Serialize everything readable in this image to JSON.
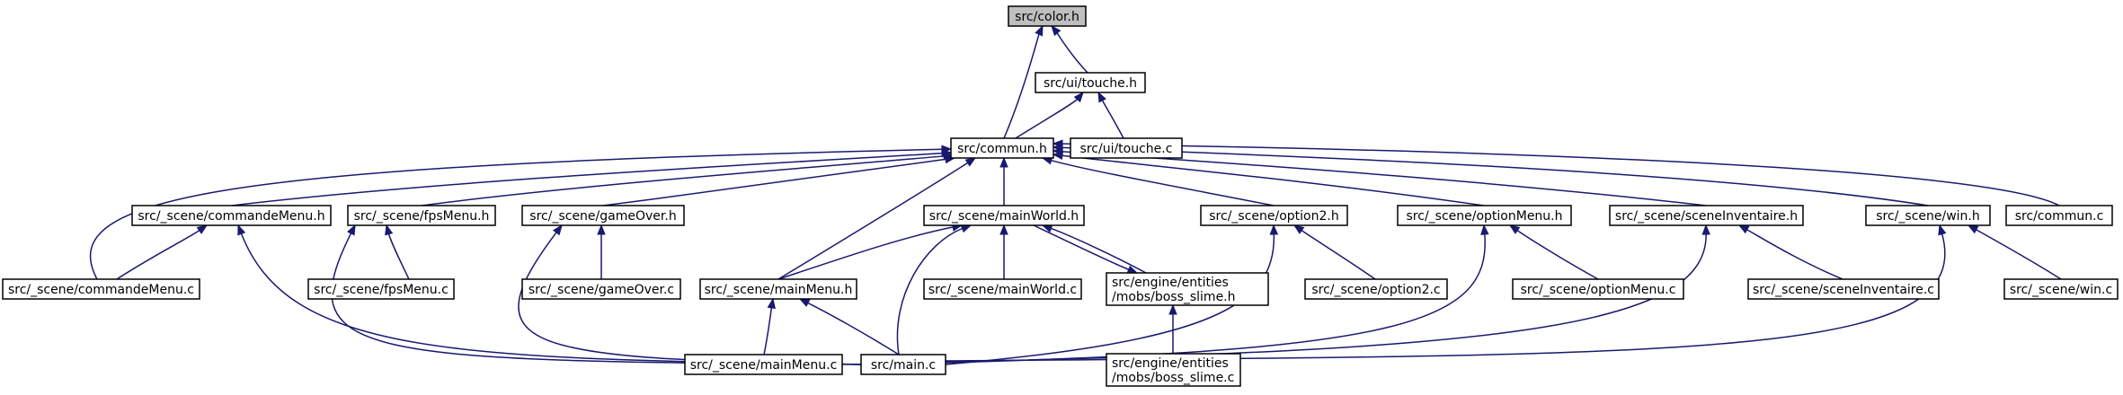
{
  "colors": {
    "edge": "#191970",
    "node_fill": "#ffffff",
    "focus_fill": "#bfbfbf",
    "node_border": "#000000"
  },
  "nodes": [
    {
      "id": "color_h",
      "lines": [
        "src/color.h"
      ],
      "focus": true
    },
    {
      "id": "touche_h",
      "lines": [
        "src/ui/touche.h"
      ]
    },
    {
      "id": "commun_h",
      "lines": [
        "src/commun.h"
      ]
    },
    {
      "id": "touche_c",
      "lines": [
        "src/ui/touche.c"
      ]
    },
    {
      "id": "commandeMenu_h",
      "lines": [
        "src/_scene/commandeMenu.h"
      ]
    },
    {
      "id": "fpsMenu_h",
      "lines": [
        "src/_scene/fpsMenu.h"
      ]
    },
    {
      "id": "gameOver_h",
      "lines": [
        "src/_scene/gameOver.h"
      ]
    },
    {
      "id": "mainWorld_h",
      "lines": [
        "src/_scene/mainWorld.h"
      ]
    },
    {
      "id": "option2_h",
      "lines": [
        "src/_scene/option2.h"
      ]
    },
    {
      "id": "optionMenu_h",
      "lines": [
        "src/_scene/optionMenu.h"
      ]
    },
    {
      "id": "sceneInventaire_h",
      "lines": [
        "src/_scene/sceneInventaire.h"
      ]
    },
    {
      "id": "win_h",
      "lines": [
        "src/_scene/win.h"
      ]
    },
    {
      "id": "commun_c",
      "lines": [
        "src/commun.c"
      ]
    },
    {
      "id": "commandeMenu_c",
      "lines": [
        "src/_scene/commandeMenu.c"
      ]
    },
    {
      "id": "fpsMenu_c",
      "lines": [
        "src/_scene/fpsMenu.c"
      ]
    },
    {
      "id": "gameOver_c",
      "lines": [
        "src/_scene/gameOver.c"
      ]
    },
    {
      "id": "mainMenu_h",
      "lines": [
        "src/_scene/mainMenu.h"
      ]
    },
    {
      "id": "mainWorld_c",
      "lines": [
        "src/_scene/mainWorld.c"
      ]
    },
    {
      "id": "boss_slime_h",
      "lines": [
        "src/engine/entities",
        "/mobs/boss_slime.h"
      ]
    },
    {
      "id": "option2_c",
      "lines": [
        "src/_scene/option2.c"
      ]
    },
    {
      "id": "optionMenu_c",
      "lines": [
        "src/_scene/optionMenu.c"
      ]
    },
    {
      "id": "sceneInventaire_c",
      "lines": [
        "src/_scene/sceneInventaire.c"
      ]
    },
    {
      "id": "win_c",
      "lines": [
        "src/_scene/win.c"
      ]
    },
    {
      "id": "mainMenu_c",
      "lines": [
        "src/_scene/mainMenu.c"
      ]
    },
    {
      "id": "main_c",
      "lines": [
        "src/main.c"
      ]
    },
    {
      "id": "boss_slime_c",
      "lines": [
        "src/engine/entities",
        "/mobs/boss_slime.c"
      ]
    }
  ],
  "edges": [
    {
      "from": "touche_h",
      "to": "color_h"
    },
    {
      "from": "commun_h",
      "to": "color_h"
    },
    {
      "from": "commun_h",
      "to": "touche_h"
    },
    {
      "from": "touche_c",
      "to": "touche_h"
    },
    {
      "from": "commandeMenu_h",
      "to": "commun_h"
    },
    {
      "from": "fpsMenu_h",
      "to": "commun_h"
    },
    {
      "from": "gameOver_h",
      "to": "commun_h"
    },
    {
      "from": "mainWorld_h",
      "to": "commun_h"
    },
    {
      "from": "option2_h",
      "to": "commun_h"
    },
    {
      "from": "optionMenu_h",
      "to": "commun_h"
    },
    {
      "from": "sceneInventaire_h",
      "to": "commun_h"
    },
    {
      "from": "win_h",
      "to": "commun_h"
    },
    {
      "from": "commun_c",
      "to": "commun_h"
    },
    {
      "from": "commandeMenu_c",
      "to": "commun_h"
    },
    {
      "from": "mainMenu_h",
      "to": "commun_h"
    },
    {
      "from": "commandeMenu_c",
      "to": "commandeMenu_h"
    },
    {
      "from": "main_c",
      "to": "commandeMenu_h"
    },
    {
      "from": "fpsMenu_c",
      "to": "fpsMenu_h"
    },
    {
      "from": "main_c",
      "to": "fpsMenu_h"
    },
    {
      "from": "gameOver_c",
      "to": "gameOver_h"
    },
    {
      "from": "main_c",
      "to": "gameOver_h"
    },
    {
      "from": "mainMenu_h",
      "to": "mainWorld_h"
    },
    {
      "from": "mainWorld_c",
      "to": "mainWorld_h"
    },
    {
      "from": "boss_slime_h",
      "to": "mainWorld_h"
    },
    {
      "from": "main_c",
      "to": "mainWorld_h"
    },
    {
      "from": "mainWorld_h",
      "to": "boss_slime_h"
    },
    {
      "from": "mainMenu_c",
      "to": "mainMenu_h"
    },
    {
      "from": "main_c",
      "to": "mainMenu_h"
    },
    {
      "from": "boss_slime_c",
      "to": "boss_slime_h"
    },
    {
      "from": "option2_c",
      "to": "option2_h"
    },
    {
      "from": "main_c",
      "to": "option2_h"
    },
    {
      "from": "optionMenu_c",
      "to": "optionMenu_h"
    },
    {
      "from": "main_c",
      "to": "optionMenu_h"
    },
    {
      "from": "sceneInventaire_c",
      "to": "sceneInventaire_h"
    },
    {
      "from": "main_c",
      "to": "sceneInventaire_h"
    },
    {
      "from": "win_c",
      "to": "win_h"
    },
    {
      "from": "main_c",
      "to": "win_h"
    }
  ]
}
